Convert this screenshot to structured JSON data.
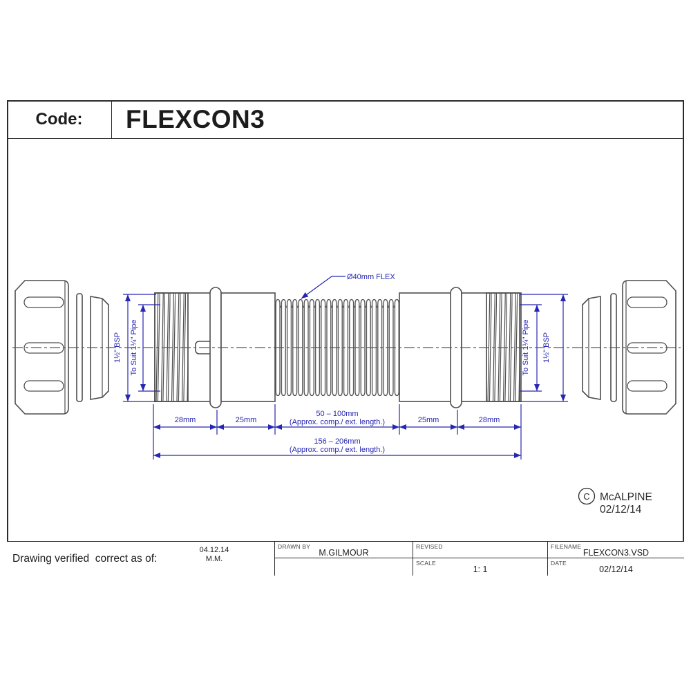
{
  "header": {
    "code_label": "Code:",
    "code_value": "FLEXCON3"
  },
  "drawing": {
    "callout_flex": "Ø40mm FLEX",
    "dim_bsp_left": "1½\" BSP",
    "dim_pipe_left": "To Suit 1¼\" Pipe",
    "dim_pipe_right": "To Suit 1¼\" Pipe",
    "dim_bsp_right": "1½\" BSP",
    "dim_28_left": "28mm",
    "dim_25_left": "25mm",
    "dim_flex_1": "50 – 100mm",
    "dim_flex_2": "(Approx. comp./ ext. length.)",
    "dim_25_right": "25mm",
    "dim_28_right": "28mm",
    "dim_overall_1": "156 – 206mm",
    "dim_overall_2": "(Approx. comp./ ext. length.)",
    "copyright": {
      "symbol": "C",
      "name": "McALPINE",
      "date": "02/12/14"
    }
  },
  "title_block": {
    "verified_label": "Drawing verified  correct as of:",
    "verified_date": "04.12.14",
    "verified_initials": "M.M.",
    "drawn_by_label": "DRAWN BY",
    "drawn_by_value": "M.GILMOUR",
    "revised_label": "REVISED",
    "scale_label": "SCALE",
    "scale_value": "1: 1",
    "filename_label": "FILENAME",
    "filename_value": "FLEXCON3.VSD",
    "date_label": "DATE",
    "date_value": "02/12/14"
  },
  "colors": {
    "dimension_blue": "#2626b2",
    "line_gray": "#4d4d4d"
  }
}
